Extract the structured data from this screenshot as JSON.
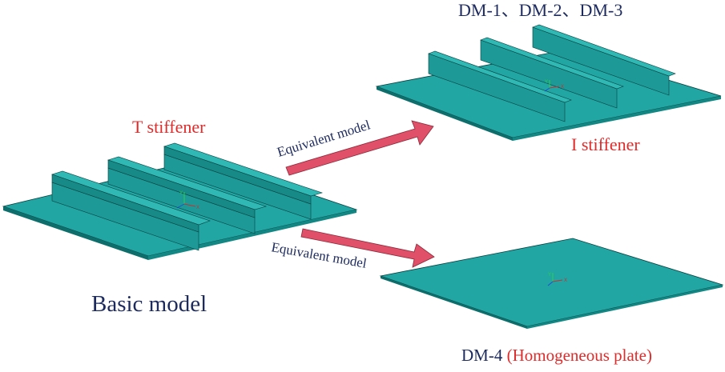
{
  "labels": {
    "top_models": "DM-1、DM-2、DM-3",
    "t_stiffener": "T stiffener",
    "i_stiffener": "I stiffener",
    "arrow_upper": "Equivalent model",
    "arrow_lower": "Equivalent model",
    "basic_model": "Basic model",
    "dm4_name": "DM-4",
    "dm4_desc": "(Homogeneous plate)",
    "axis_x": "X",
    "axis_y": "Y"
  },
  "colors": {
    "plate": "#21a6a4",
    "plate_light": "#2fb8b4",
    "plate_dark": "#0e6e6b",
    "edge": "#0a3f3e",
    "arrow": "#e05068",
    "text_navy": "#1c2a5e",
    "text_red": "#e02b2b"
  }
}
